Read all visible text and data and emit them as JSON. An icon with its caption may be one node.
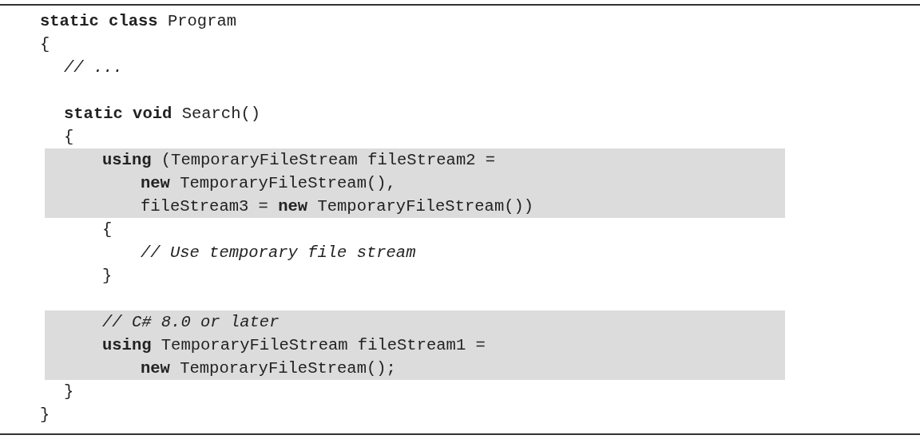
{
  "diagram": {
    "nodes": [
      {
        "text": [
          "**using** (TemporaryFileStream fileStream2 =",
          "**new** TemporaryFileStream(),",
          "fileStream3 = **new** TemporaryFileStream())"
        ]
      },
      {
        "text": [
          "// C# 8.0 or later",
          "**using** TemporaryFileStream fileStream1 =",
          "**new** TemporaryFileStream();"
        ]
      }
    ],
    "labels": [
      "**static class** Program",
      "{",
      "// ...",
      "**static void** Search()",
      "{",
      "{",
      "// Use temporary file stream",
      "}",
      "}",
      "}"
    ]
  }
}
